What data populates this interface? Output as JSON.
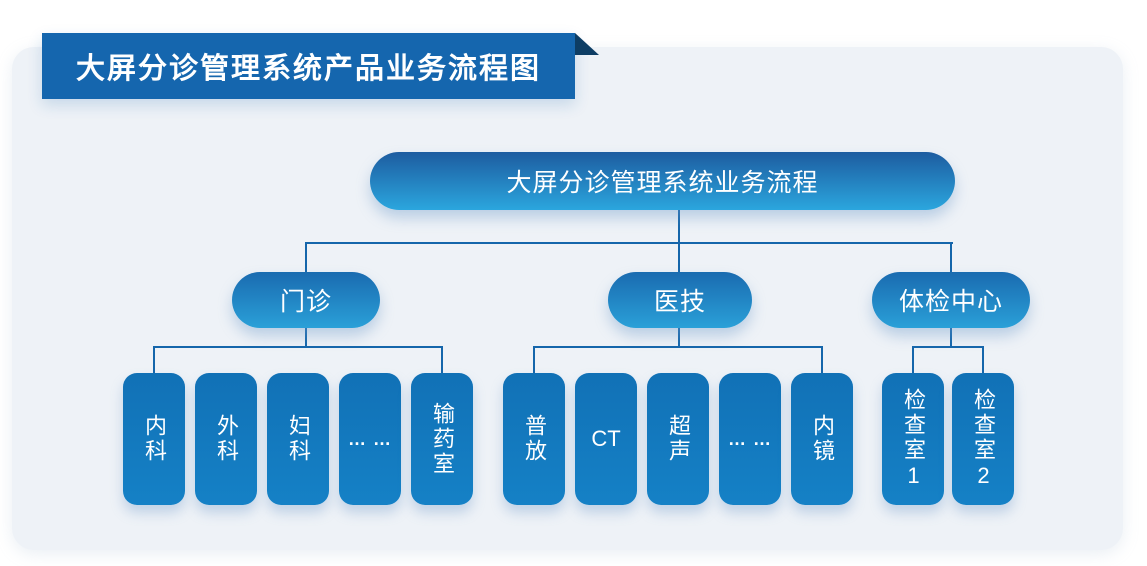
{
  "banner": {
    "title": "大屏分诊管理系统产品业务流程图"
  },
  "tree": {
    "root": "大屏分诊管理系统业务流程",
    "branches": [
      {
        "label": "门诊"
      },
      {
        "label": "医技"
      },
      {
        "label": "体检中心"
      }
    ],
    "outpatient_leaves": [
      "内科",
      "外科",
      "妇科",
      "… …",
      "输药室"
    ],
    "medtech_leaves": [
      "普放",
      "CT",
      "超声",
      "… …",
      "内镜"
    ],
    "exam_leaves": [
      "检查室1",
      "检查室2"
    ]
  },
  "colors": {
    "banner-bg": "#1566ae",
    "fold": "#0d3d64",
    "card-bg": "#eef2f7",
    "node-grad-top": "#1d5ca0",
    "node-grad-bottom": "#2ba6de",
    "pill-grad-top": "#1a6bb0",
    "pill-grad-bottom": "#2aa0d8",
    "leaf-grad-top": "#1171b6",
    "leaf-grad-bottom": "#1581c6",
    "line": "#1566ab",
    "text": "#ffffff"
  }
}
